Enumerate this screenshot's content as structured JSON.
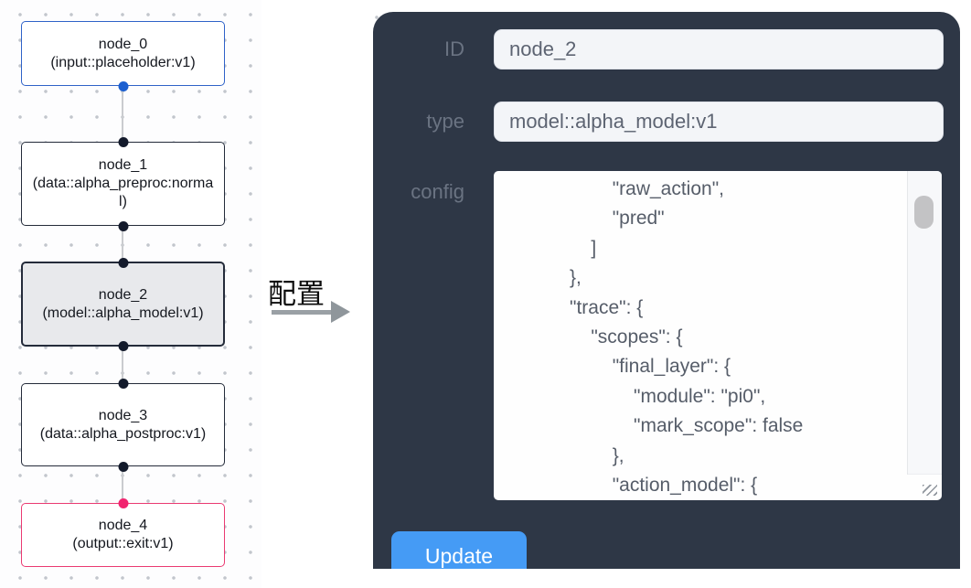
{
  "flow": {
    "nodes": [
      {
        "id": "node_0",
        "title": "node_0",
        "subtitle": "(input::placeholder:v1)",
        "role": "input",
        "selected": false
      },
      {
        "id": "node_1",
        "title": "node_1",
        "subtitle": "(data::alpha_preproc:normal)",
        "role": "data",
        "selected": false
      },
      {
        "id": "node_2",
        "title": "node_2",
        "subtitle": "(model::alpha_model:v1)",
        "role": "model",
        "selected": true
      },
      {
        "id": "node_3",
        "title": "node_3",
        "subtitle": "(data::alpha_postproc:v1)",
        "role": "data",
        "selected": false
      },
      {
        "id": "node_4",
        "title": "node_4",
        "subtitle": "(output::exit:v1)",
        "role": "output",
        "selected": false
      }
    ]
  },
  "transition": {
    "label": "配置"
  },
  "panel": {
    "fields": {
      "id": {
        "label": "ID",
        "value": "node_2"
      },
      "type": {
        "label": "type",
        "value": "model::alpha_model:v1"
      },
      "config": {
        "label": "config",
        "value": "                    \"raw_action\",\n                    \"pred\"\n                ]\n            },\n            \"trace\": {\n                \"scopes\": {\n                    \"final_layer\": {\n                        \"module\": \"pi0\",\n                        \"mark_scope\": false\n                    },\n                    \"action_model\": {"
      }
    },
    "update_button": "Update"
  },
  "colors": {
    "panel_bg": "#2e3746",
    "input_field_bg": "#f3f5f8",
    "button_bg": "#459bf5",
    "input_node_border": "#2f62c8",
    "output_node_border": "#ea3a72",
    "selected_node_fill": "#e8e9ec",
    "handle_dark": "#131a2b",
    "handle_blue": "#1b5fd0",
    "handle_pink": "#f1246f",
    "edge": "#cacccf"
  }
}
